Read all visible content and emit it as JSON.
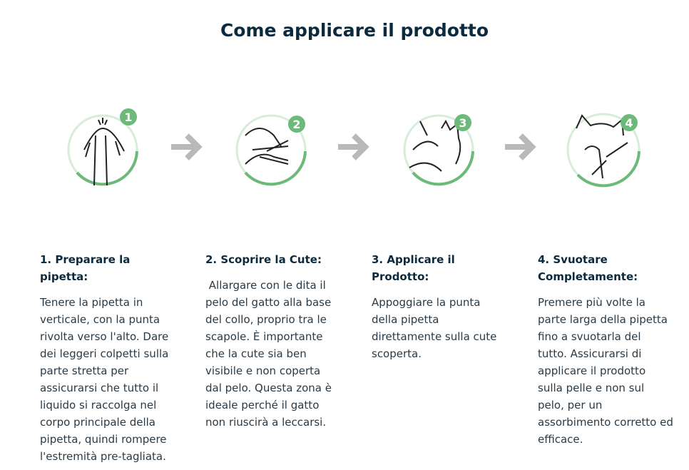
{
  "title": "Come applicare il prodotto",
  "colors": {
    "accent_green": "#6cb97a",
    "arrow_gray": "#b9b9b9",
    "heading": "#0c2a3d"
  },
  "steps": [
    {
      "badge": "1",
      "heading": "1. Preparare la pipetta:",
      "body": "Tenere la pipetta in verticale, con la punta rivolta verso l'alto. Dare dei leggeri colpetti sulla parte stretta per assicurarsi che tutto il liquido si raccolga nel corpo principale della pipetta, quindi rompere l'estremità pre-tagliata."
    },
    {
      "badge": "2",
      "heading": "2. Scoprire la Cute:",
      "body": " Allargare con le dita il pelo del gatto alla base del collo, proprio tra le scapole. È importante che la cute sia ben visibile e non coperta dal pelo. Questa zona è ideale perché il gatto non riuscirà a leccarsi."
    },
    {
      "badge": "3",
      "heading": "3. Applicare il Prodotto:",
      "body": "Appoggiare la punta della pipetta direttamente sulla cute scoperta."
    },
    {
      "badge": "4",
      "heading": "4. Svuotare Completamente:",
      "body": "Premere più volte la parte larga della pipetta fino a svuotarla del tutto. Assicurarsi di applicare il prodotto sulla pelle e non sul pelo, per un assorbimento corretto ed efficace."
    }
  ]
}
